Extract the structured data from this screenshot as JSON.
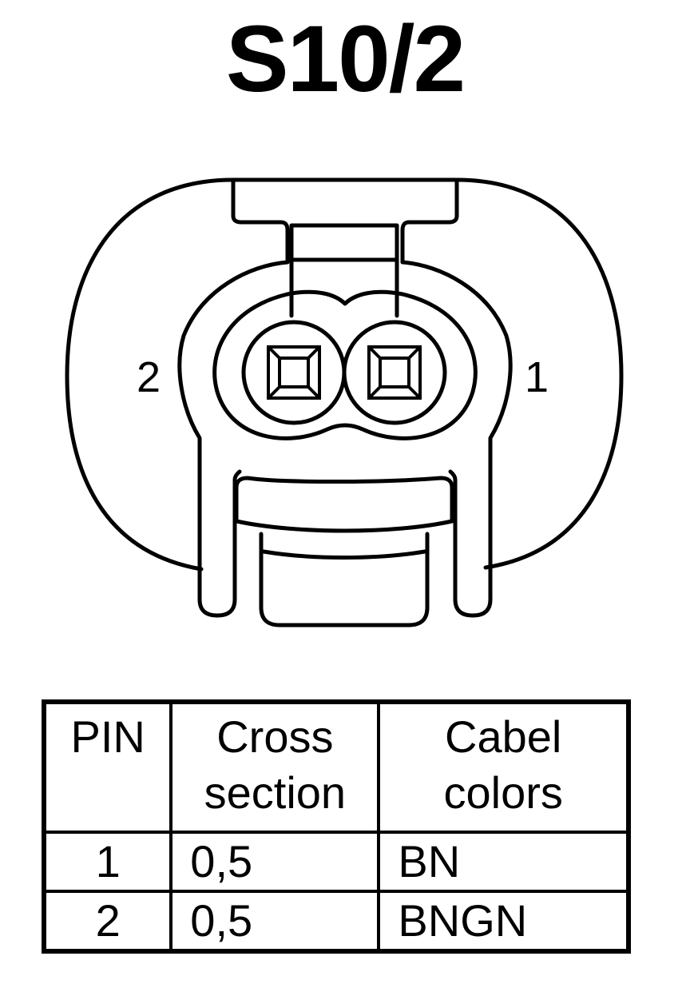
{
  "title": "S10/2",
  "connector": {
    "pin_labels": [
      {
        "pin": "2"
      },
      {
        "pin": "1"
      }
    ],
    "colors": {
      "stroke": "#000000",
      "fill": "#ffffff"
    },
    "icon": "two-pin-connector-face"
  },
  "table": {
    "headers": [
      {
        "line1": "PIN",
        "line2": ""
      },
      {
        "line1": "Cross",
        "line2": "section"
      },
      {
        "line1": "Cabel",
        "line2": "colors"
      }
    ],
    "rows": [
      {
        "pin": "1",
        "cross_section": "0,5",
        "cable_color": "BN"
      },
      {
        "pin": "2",
        "cross_section": "0,5",
        "cable_color": "BNGN"
      }
    ]
  }
}
